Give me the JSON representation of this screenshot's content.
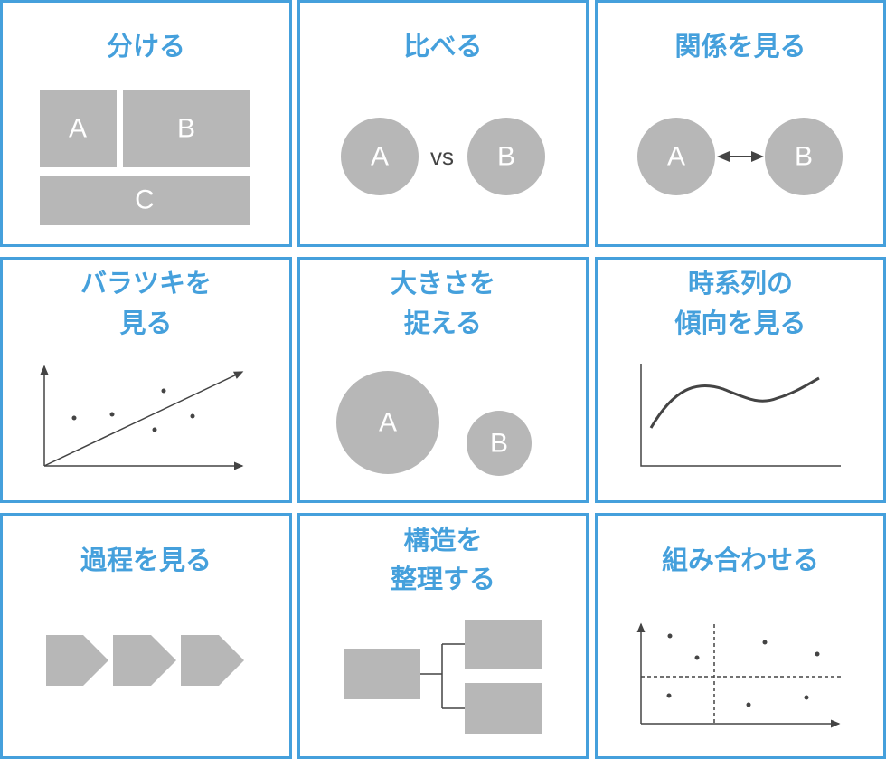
{
  "colors": {
    "accent": "#45a0dc",
    "shape": "#b7b7b7",
    "line": "#444444"
  },
  "cells": [
    {
      "title": [
        "分ける"
      ],
      "labels": [
        "A",
        "B",
        "C"
      ]
    },
    {
      "title": [
        "比べる"
      ],
      "labels": [
        "A",
        "vs",
        "B"
      ]
    },
    {
      "title": [
        "関係を見る"
      ],
      "labels": [
        "A",
        "B"
      ]
    },
    {
      "title": [
        "バラツキを",
        "見る"
      ]
    },
    {
      "title": [
        "大きさを",
        "捉える"
      ],
      "labels": [
        "A",
        "B"
      ]
    },
    {
      "title": [
        "時系列の",
        "傾向を見る"
      ]
    },
    {
      "title": [
        "過程を見る"
      ]
    },
    {
      "title": [
        "構造を",
        "整理する"
      ]
    },
    {
      "title": [
        "組み合わせる"
      ]
    }
  ]
}
